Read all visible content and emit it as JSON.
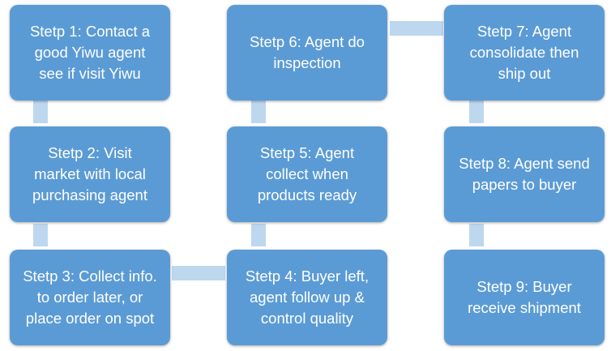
{
  "colors": {
    "box_fill": "#5b9bd5",
    "connector_fill": "#bdd7ee",
    "text": "#ffffff",
    "background": "#ffffff"
  },
  "steps": [
    {
      "label": "Stetp 1: Contact a\ngood Yiwu agent\nsee if visit Yiwu"
    },
    {
      "label": "Stetp 2: Visit\nmarket with local\npurchasing agent"
    },
    {
      "label": "Stetp 3: Collect info.\nto order later, or\nplace order on spot"
    },
    {
      "label": "Stetp 4: Buyer left,\nagent follow up &\ncontrol quality"
    },
    {
      "label": "Stetp 5: Agent\ncollect when\nproducts ready"
    },
    {
      "label": "Stetp 6: Agent do\ninspection"
    },
    {
      "label": "Stetp 7: Agent\nconsolidate then\nship out"
    },
    {
      "label": "Stetp 8: Agent send\npapers to buyer"
    },
    {
      "label": "Stetp 9: Buyer\nreceive shipment"
    }
  ]
}
